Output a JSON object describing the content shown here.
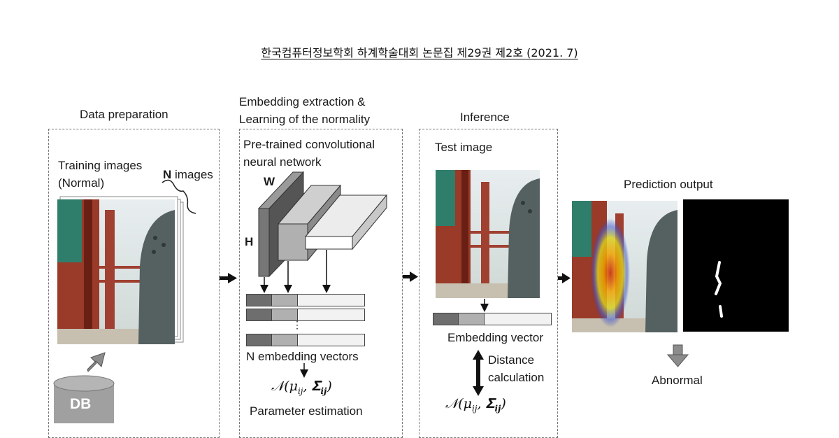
{
  "header": {
    "title": "한국컴퓨터정보학회 하계학술대회 논문집 제29권 제2호 (2021. 7)"
  },
  "sections": {
    "data_prep": {
      "title": "Data preparation",
      "training_line1": "Training images",
      "training_line2": "(Normal)",
      "n_bold": "N",
      "n_rest": " images",
      "db": "DB"
    },
    "embedding": {
      "title_line1": "Embedding extraction &",
      "title_line2": "Learning of the normality",
      "cnn_line1": "Pre-trained convolutional",
      "cnn_line2": "neural network",
      "w": "W",
      "h": "H",
      "dots": "⋮",
      "n_vectors": "N embedding vectors",
      "param": "Parameter estimation",
      "formula_prefix": "𝒩(μ",
      "formula_sub1": "ij",
      "formula_mid": ", 𝚺",
      "formula_sub2": "ij",
      "formula_suffix": ")"
    },
    "inference": {
      "title": "Inference",
      "test_image": "Test image",
      "embedding_vector": "Embedding vector",
      "distance_line1": "Distance",
      "distance_line2": "calculation",
      "formula_prefix": "𝒩(μ",
      "formula_sub1": "ij",
      "formula_mid": ", 𝚺",
      "formula_sub2": "ij",
      "formula_suffix": ")"
    },
    "output": {
      "title": "Prediction output",
      "result": "Abnormal"
    }
  },
  "colors": {
    "vector_dark": "#6e6e6e",
    "vector_mid": "#b0b0b0",
    "vector_light": "#f2f2f2",
    "db_fill": "#a0a0a0",
    "arrow_gray": "#8c8c8c"
  }
}
